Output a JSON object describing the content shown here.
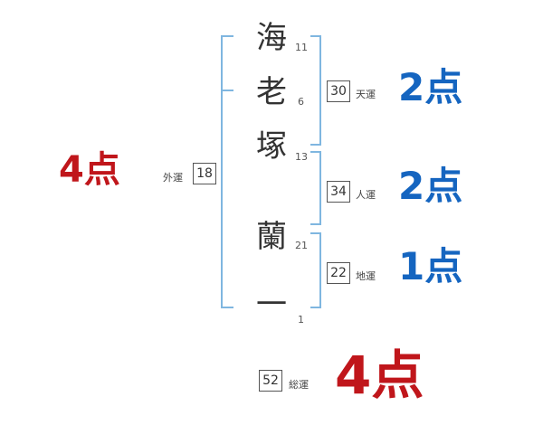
{
  "name_chars": [
    {
      "char": "海",
      "strokes": "11"
    },
    {
      "char": "老",
      "strokes": "6"
    },
    {
      "char": "塚",
      "strokes": "13"
    },
    {
      "char": "蘭",
      "strokes": "21"
    },
    {
      "char": "一",
      "strokes": "1"
    }
  ],
  "fortunes": {
    "ten": {
      "value": "30",
      "label": "天運",
      "score": "2点"
    },
    "jin": {
      "value": "34",
      "label": "人運",
      "score": "2点"
    },
    "chi": {
      "value": "22",
      "label": "地運",
      "score": "1点"
    },
    "gai": {
      "value": "18",
      "label": "外運",
      "score": "4点"
    },
    "sou": {
      "value": "52",
      "label": "総運",
      "score": "4点"
    }
  },
  "colors": {
    "bracket": "#7fb6e0",
    "score_blue": "#1565c0",
    "score_red": "#c0161b"
  }
}
